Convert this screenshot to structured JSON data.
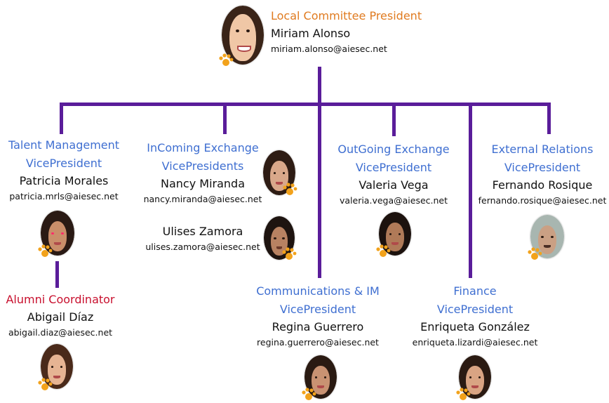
{
  "colors": {
    "connector": "#5a1d9a",
    "role_blue": "#3f6fd1",
    "role_orange": "#e07b20",
    "role_red": "#c8102e",
    "paw": "#f2a21b"
  },
  "president": {
    "role": "Local Committee President",
    "name": "Miriam Alonso",
    "email": "miriam.alonso@aiesec.net"
  },
  "talent": {
    "role_line1": "Talent Management",
    "role_line2": "VicePresident",
    "name": "Patricia Morales",
    "email": "patricia.mrls@aiesec.net"
  },
  "alumni": {
    "role": "Alumni Coordinator",
    "name": "Abigail Díaz",
    "email": "abigail.diaz@aiesec.net"
  },
  "incoming": {
    "role_line1": "InComing Exchange",
    "role_line2": "VicePresidents",
    "members": [
      {
        "name": "Nancy Miranda",
        "email": "nancy.miranda@aiesec.net"
      },
      {
        "name": "Ulises Zamora",
        "email": "ulises.zamora@aiesec.net"
      }
    ]
  },
  "communications": {
    "role_line1": "Communications & IM",
    "role_line2": "VicePresident",
    "name": "Regina Guerrero",
    "email": "regina.guerrero@aiesec.net"
  },
  "outgoing": {
    "role_line1": "OutGoing Exchange",
    "role_line2": "VicePresident",
    "name": "Valeria Vega",
    "email": "valeria.vega@aiesec.net"
  },
  "finance": {
    "role_line1": "Finance",
    "role_line2": "VicePresident",
    "name": "Enriqueta González",
    "email": "enriqueta.lizardi@aiesec.net"
  },
  "external": {
    "role_line1": "External Relations",
    "role_line2": "VicePresident",
    "name": "Fernando Rosique",
    "email": "fernando.rosique@aiesec.net"
  }
}
